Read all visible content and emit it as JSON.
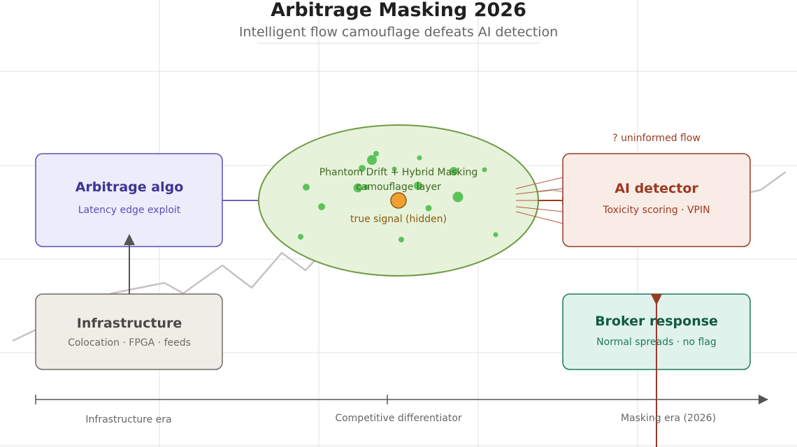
{
  "header": {
    "title": "Arbitrage Masking 2026",
    "subtitle": "Intelligent flow camouflage defeats AI detection"
  },
  "nodes": {
    "arbitrage": {
      "title": "Arbitrage algo",
      "subtitle": "Latency edge exploit",
      "fill": "#ececfb",
      "stroke": "#5a4fb8",
      "text": "#3d3590"
    },
    "infrastructure": {
      "title": "Infrastructure",
      "subtitle": "Colocation · FPGA · feeds",
      "fill": "#f0ede6",
      "stroke": "#6e6a66",
      "text": "#4a4846"
    },
    "camouflage": {
      "line1": "Phantom Drift + Hybrid Masking",
      "line2": "camouflage layer",
      "signal": "true signal (hidden)",
      "fill": "#e6f2da",
      "stroke": "#6e9a44",
      "text": "#3e6a22",
      "signal_color": "#f0a030",
      "dot_color": "#5cc35a"
    },
    "detector": {
      "title": "AI detector",
      "subtitle": "Toxicity scoring · VPIN",
      "note": "? uninformed flow",
      "fill": "#f9ebe6",
      "stroke": "#9a3a22",
      "text": "#9a3a22"
    },
    "broker": {
      "title": "Broker response",
      "subtitle": "Normal spreads · no flag",
      "fill": "#e0f2ec",
      "stroke": "#1e7a5e",
      "text": "#105a44"
    }
  },
  "timeline": {
    "eras": [
      "Infrastructure era",
      "Competitive differentiator",
      "Masking era (2026)"
    ]
  },
  "colors": {
    "grid": "#dddddd",
    "background_line": "#c6c4c0",
    "axis": "#555555"
  }
}
